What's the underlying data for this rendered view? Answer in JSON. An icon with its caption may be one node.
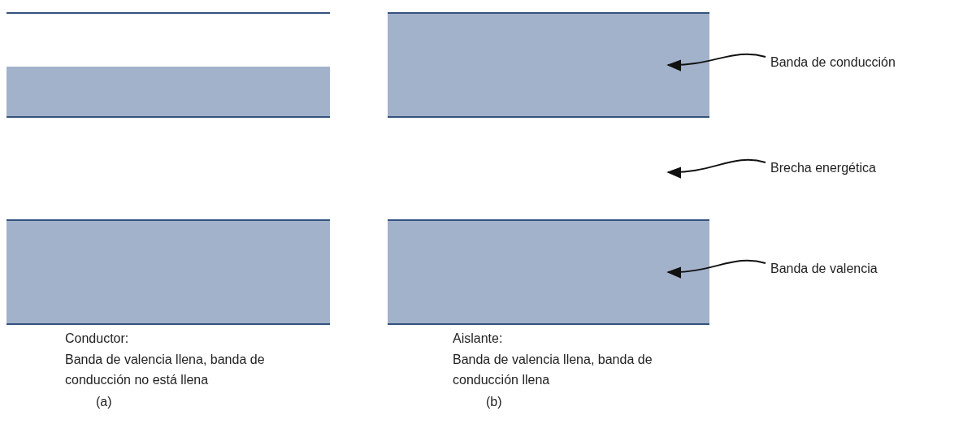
{
  "diagram": {
    "nodes": [
      {
        "text": [],
        "shape": "bar"
      },
      {
        "text": [],
        "shape": "bar"
      },
      {
        "text": [],
        "shape": "bar"
      },
      {
        "text": [],
        "shape": "bar"
      },
      {
        "text": [
          "Banda de conducción"
        ]
      },
      {
        "text": [
          "Brecha energética"
        ]
      },
      {
        "text": [
          "Banda de valencia"
        ]
      }
    ],
    "edges": [
      {
        "from": 4,
        "to": 2,
        "arrow": "to"
      },
      {
        "from": 5,
        "to": null,
        "arrow": "to"
      },
      {
        "from": 6,
        "to": 3,
        "arrow": "to"
      }
    ],
    "labels": [
      "Conductor:",
      "Banda de valencia llena, banda de conducción no está llena",
      "(a)",
      "Aislante:",
      "Banda de valencia llena, banda de conducción llena",
      "(b)"
    ]
  }
}
